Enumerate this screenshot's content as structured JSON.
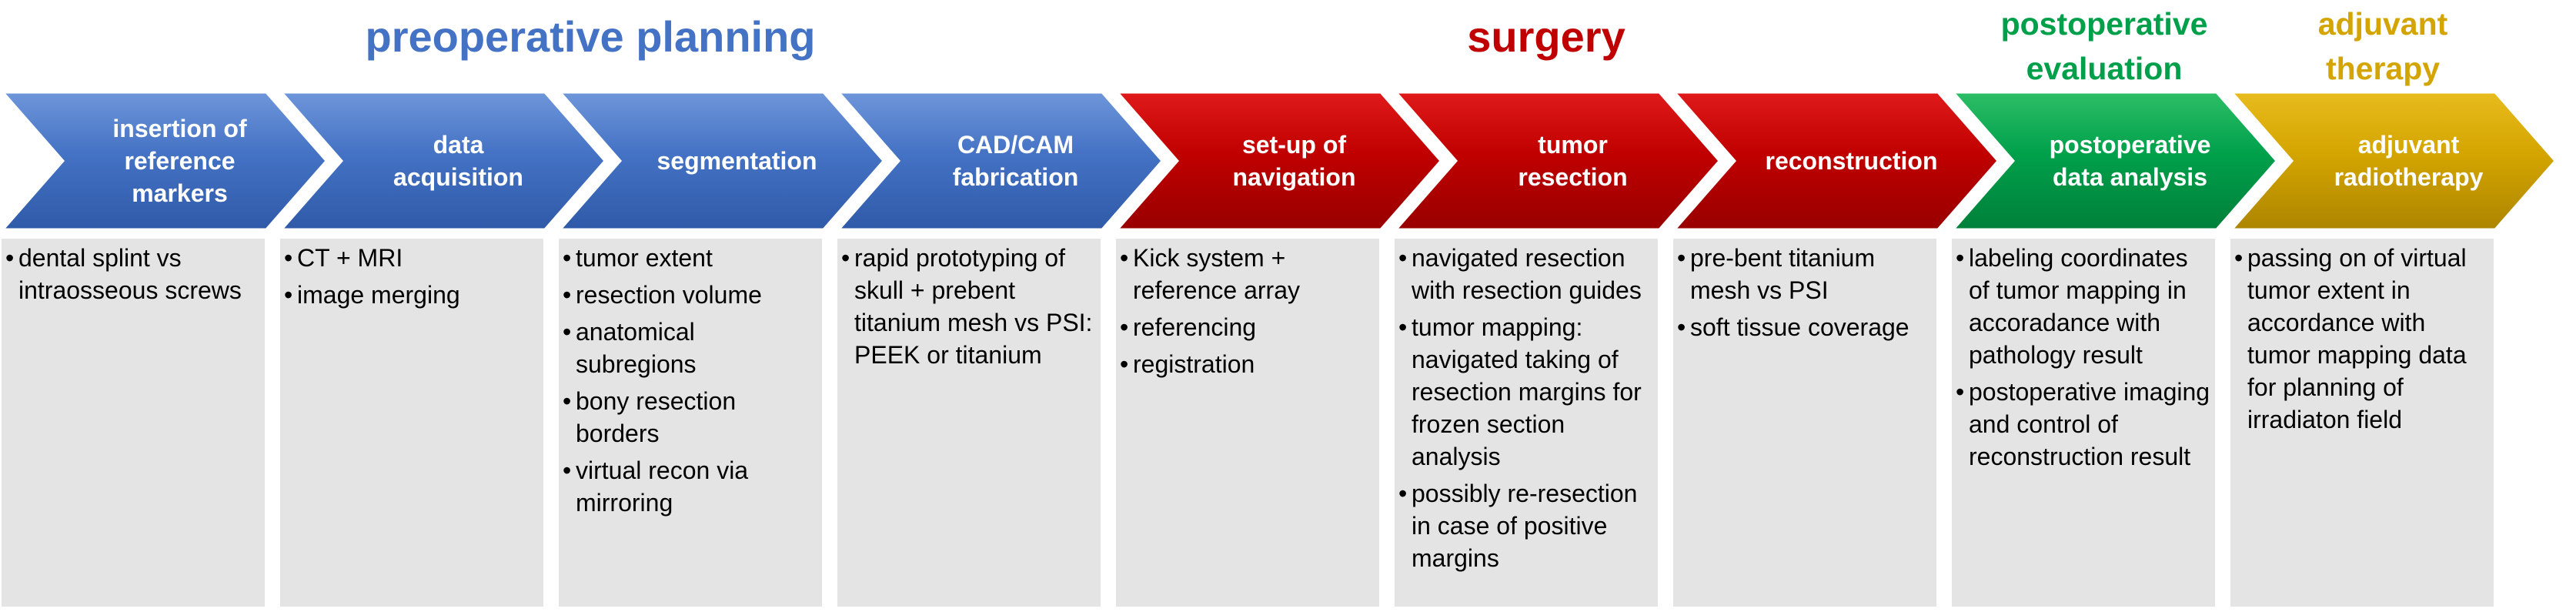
{
  "phases": {
    "preop": "preoperative planning",
    "surgery": "surgery",
    "posteval": [
      "postoperative",
      "evaluation"
    ],
    "adjuvant": [
      "adjuvant",
      "therapy"
    ]
  },
  "colors": {
    "blue": "#4472C4",
    "red": "#C00000",
    "green": "#00A04B",
    "gold": "#D4A500",
    "box": "#E4E4E4"
  },
  "steps": [
    {
      "label": [
        "insertion of",
        "reference",
        "markers"
      ],
      "color": "blue",
      "items": [
        "dental splint vs intraosseous screws"
      ]
    },
    {
      "label": [
        "data",
        "acquisition"
      ],
      "color": "blue",
      "items": [
        "CT + MRI",
        "image merging"
      ]
    },
    {
      "label": [
        "segmentation"
      ],
      "color": "blue",
      "items": [
        "tumor extent",
        "resection volume",
        "anatomical subregions",
        "bony resection borders",
        "virtual recon via mirroring"
      ]
    },
    {
      "label": [
        "CAD/CAM",
        "fabrication"
      ],
      "color": "blue",
      "items": [
        "rapid prototyping of skull + prebent titanium mesh vs PSI: PEEK or titanium"
      ]
    },
    {
      "label": [
        "set-up of",
        "navigation"
      ],
      "color": "red",
      "items": [
        "Kick system + reference array",
        "referencing",
        "registration"
      ]
    },
    {
      "label": [
        "tumor",
        "resection"
      ],
      "color": "red",
      "items": [
        "navigated resection with resection guides",
        "tumor mapping: navigated taking of resection margins for frozen section analysis",
        "possibly re-resection in case of positive margins"
      ]
    },
    {
      "label": [
        "reconstruction"
      ],
      "color": "red",
      "items": [
        "pre-bent titanium mesh vs PSI",
        "soft tissue coverage"
      ]
    },
    {
      "label": [
        "postoperative",
        "data analysis"
      ],
      "color": "green",
      "items": [
        "labeling coordinates of tumor mapping in accoradance with pathology result",
        "postoperative imaging and control of reconstruction result"
      ]
    },
    {
      "label": [
        "adjuvant",
        "radiotherapy"
      ],
      "color": "gold",
      "items": [
        "passing on of virtual tumor extent in accordance with tumor mapping data for planning of irradiaton field"
      ]
    }
  ]
}
